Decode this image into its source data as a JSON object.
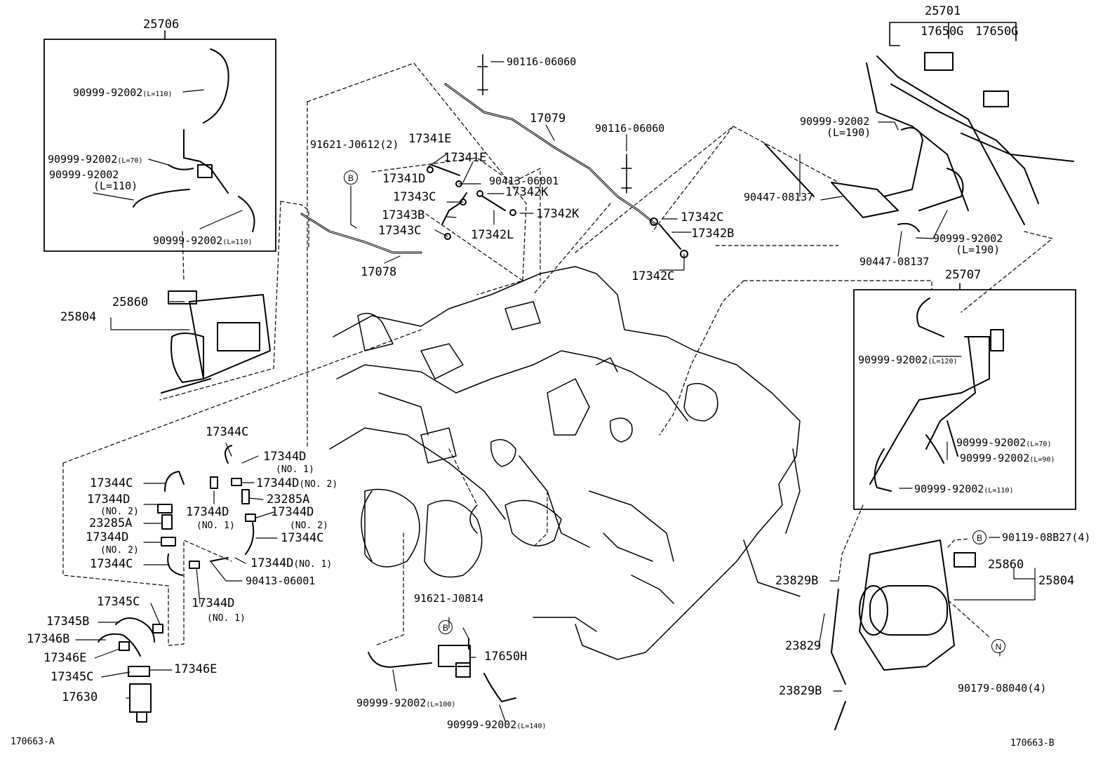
{
  "boxes": {
    "b25706": "25706",
    "b25701": "25701",
    "b25707": "25707"
  },
  "callouts": {
    "hose_110_a": "90999-92002",
    "hose_110_a_len": "(L=110)",
    "hose_70_a": "90999-92002",
    "hose_70_a_len": "(L=70)",
    "hose_110_b": "90999-92002",
    "hose_110_b_len": "(L=110)",
    "hose_110_c": "90999-92002",
    "hose_110_c_len": "(L=110)",
    "p25804_left": "25804",
    "p25860_left": "25860",
    "bolt_top": "90116-06060",
    "bolt_mid": "90116-06060",
    "p17079": "17079",
    "p91621_j0612": "91621-J0612(2)",
    "p17341e_a": "17341E",
    "p17341e_b": "17341E",
    "p17341d": "17341D",
    "p90413_a": "90413-06001",
    "p17343c_a": "17343C",
    "p17342k_a": "17342K",
    "p17343b": "17343B",
    "p17342k_b": "17342K",
    "p17343c_b": "17343C",
    "p17342l": "17342L",
    "p17078": "17078",
    "p17342c_a": "17342C",
    "p17342b": "17342B",
    "p17342c_b": "17342C",
    "p17650g_a": "17650G",
    "p17650g_b": "17650G",
    "hose_190_a": "90999-92002",
    "hose_190_a_len": "(L=190)",
    "p90447_a": "90447-08137",
    "p90447_b": "90447-08137",
    "hose_190_b": "90999-92002",
    "hose_190_b_len": "(L=190)",
    "hose_120": "90999-92002",
    "hose_120_len": "(L=120)",
    "hose_70_b": "90999-92002",
    "hose_70_b_len": "(L=70)",
    "hose_90": "90999-92002",
    "hose_90_len": "(L=90)",
    "hose_110_d": "90999-92002",
    "hose_110_d_len": "(L=110)",
    "p90119": "90119-08B27(4)",
    "p25860_right": "25860",
    "p25804_right": "25804",
    "p23829b_a": "23829B",
    "p23829": "23829",
    "p23829b_b": "23829B",
    "p90179": "90179-08040(4)",
    "p17344c_a": "17344C",
    "p17344d_no1_a": "17344D",
    "no1_a": "(NO. 1)",
    "p17344c_b": "17344C",
    "p17344d_no2_a": "17344D",
    "no2_a": "(NO. 2)",
    "p17344d_b": "17344D",
    "no2_b": "(NO. 2)",
    "p23285a_a": "23285A",
    "p17344d_c": "17344D",
    "no1_b": "(NO. 1)",
    "p23285a_b": "23285A",
    "p17344d_d": "17344D",
    "no2_c": "(NO. 2)",
    "p17344d_e": "17344D",
    "no2_d": "(NO. 2)",
    "p17344c_c": "17344C",
    "p17344c_d": "17344C",
    "p17344d_no1_f": "17344D",
    "no1_f": "(NO. 1)",
    "p90413_b": "90413-06001",
    "p17344d_g": "17344D",
    "no1_g": "(NO. 1)",
    "p17345c_a": "17345C",
    "p17345b": "17345B",
    "p17346b": "17346B",
    "p17346e_a": "17346E",
    "p17345c_b": "17345C",
    "p17346e_b": "17346E",
    "p17630": "17630",
    "p91621_j0814": "91621-J0814",
    "p17650h": "17650H",
    "hose_100": "90999-92002",
    "hose_100_len": "(L=100)",
    "hose_140": "90999-92002",
    "hose_140_len": "(L=140)"
  },
  "circles": {
    "b1": "B",
    "b2": "B",
    "b3": "B",
    "n1": "N"
  },
  "footer": {
    "left_code": "170663-A",
    "right_code": "170663-B"
  }
}
